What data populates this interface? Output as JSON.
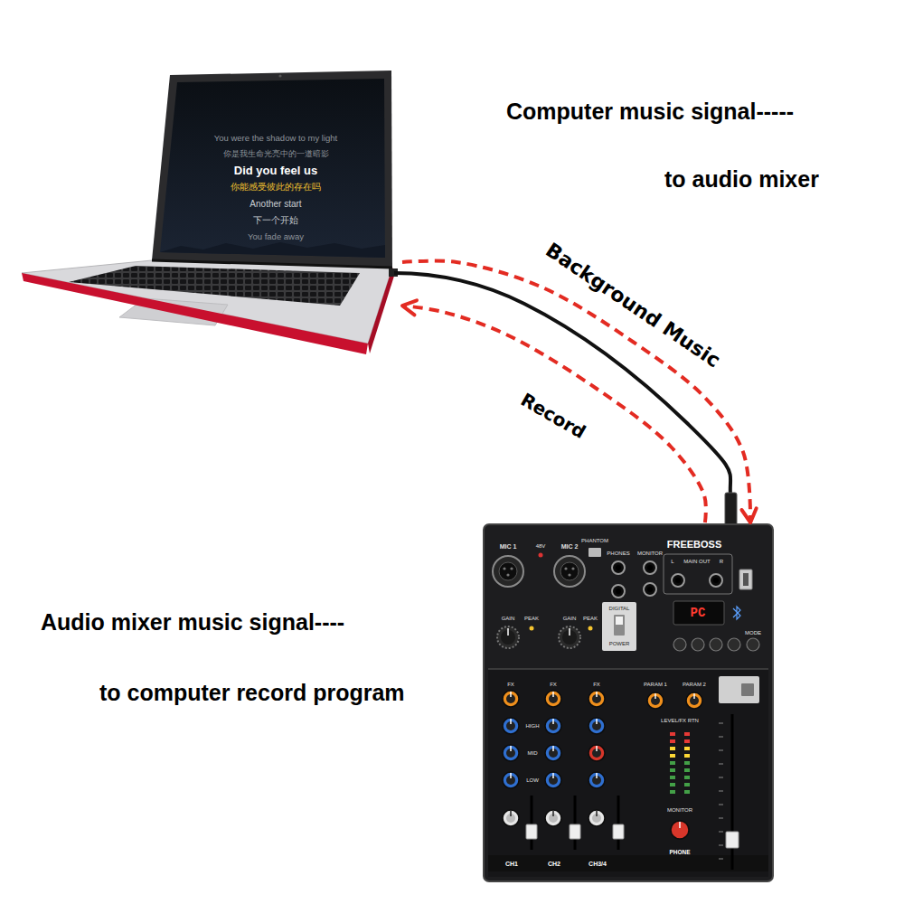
{
  "diagram": {
    "nodes": [
      {
        "text": [
          "You were the shadow to my light",
          "你是我生命光亮中的一道暗影",
          "Did you feel us",
          "你能感受彼此的存在吗",
          "Another start",
          "下一个开始",
          "You fade away"
        ]
      },
      {
        "text": [
          "MIC 1",
          "48V",
          "MIC 2",
          "PHANTOM",
          "PHONES",
          "MONITOR",
          "FREEBOSS",
          "L",
          "MAIN OUT",
          "R",
          "GAIN",
          "PEAK",
          "GAIN",
          "PEAK",
          "DIGITAL",
          "POWER",
          "PC",
          "MODE",
          "FX",
          "FX",
          "FX",
          "PARAM 1",
          "PARAM 2",
          "HIGH",
          "MID",
          "LOW",
          "LEVEL/FX RTN",
          "MONITOR",
          "CH1",
          "CH2",
          "CH3/4",
          "PHONE"
        ]
      }
    ],
    "edges": [
      {
        "from": 0,
        "to": 1,
        "arrow": "to",
        "label": "Background Music"
      },
      {
        "from": 1,
        "to": 0,
        "arrow": "to",
        "label": "Record"
      }
    ],
    "labels": [
      "Computer music signal-----",
      "to audio mixer",
      "Audio mixer music signal----",
      "to computer record program"
    ]
  }
}
